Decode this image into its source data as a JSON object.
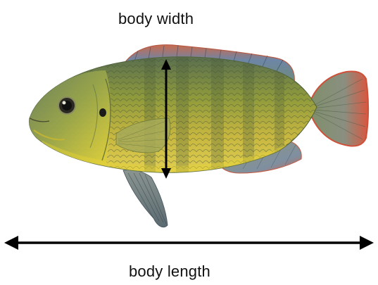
{
  "labels": {
    "width_label": "body width",
    "length_label": "body length"
  },
  "colors": {
    "background": "#ffffff",
    "arrow": "#000000",
    "fish_body_light": "#d9c64a",
    "fish_body_mid": "#9ca23a",
    "fish_body_dark": "#4f6a4a",
    "fin_blue": "#5d7fa0",
    "fin_edge_red": "#d9573f",
    "belly_yellow": "#e9d534"
  },
  "icons": {
    "fish": "tilapia-fish-illustration"
  }
}
